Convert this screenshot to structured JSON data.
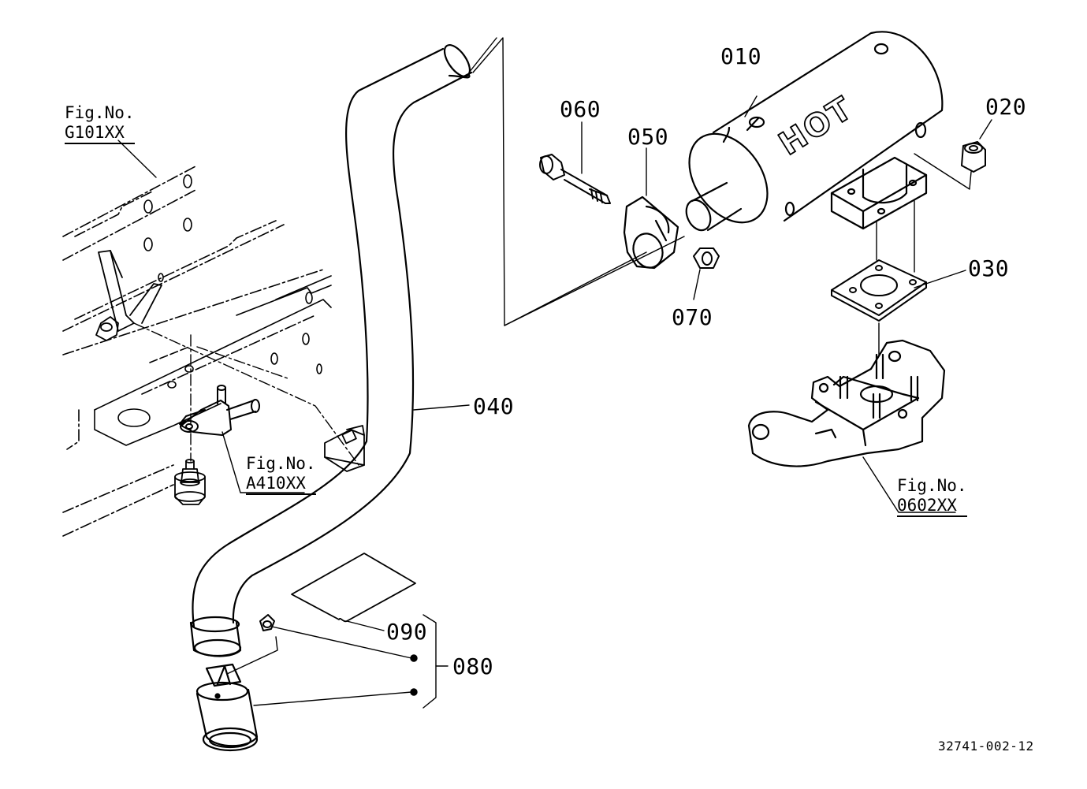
{
  "parts": [
    {
      "id": "p010",
      "label": "010"
    },
    {
      "id": "p020",
      "label": "020"
    },
    {
      "id": "p030",
      "label": "030"
    },
    {
      "id": "p040",
      "label": "040"
    },
    {
      "id": "p050",
      "label": "050"
    },
    {
      "id": "p060",
      "label": "060"
    },
    {
      "id": "p070",
      "label": "070"
    },
    {
      "id": "p080",
      "label": "080"
    },
    {
      "id": "p090",
      "label": "090"
    }
  ],
  "fig_refs": [
    {
      "id": "g101",
      "prefix": "Fig.No.",
      "code": "G101XX"
    },
    {
      "id": "a410",
      "prefix": "Fig.No.",
      "code": "A410XX"
    },
    {
      "id": "f0602",
      "prefix": "Fig.No.",
      "code": "0602XX"
    }
  ],
  "muffler_stamp": "HOT",
  "drawing_id": "32741-002-12"
}
